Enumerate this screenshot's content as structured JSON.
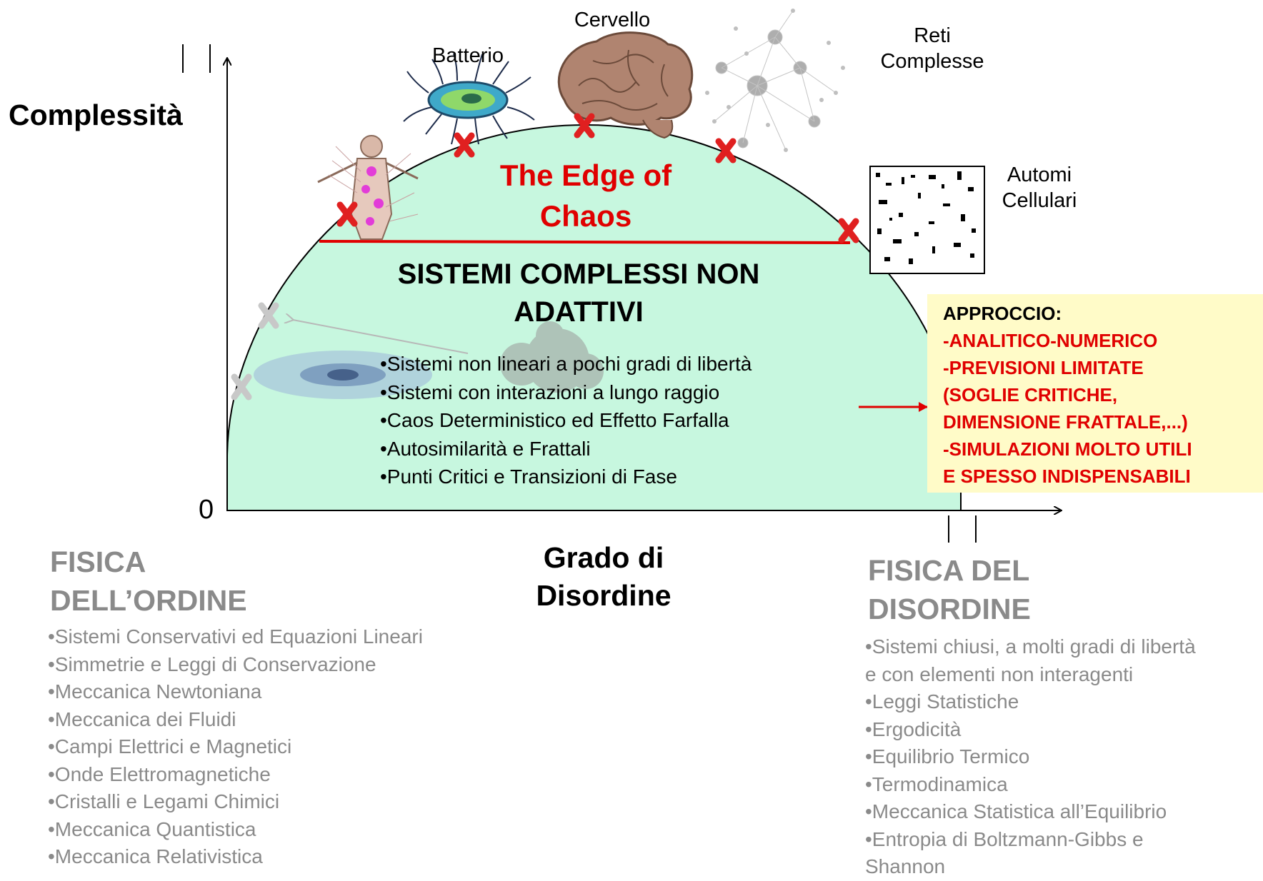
{
  "axes": {
    "y_label": "Complessità",
    "x_label": "Grado di Disordine",
    "origin": "0"
  },
  "images": {
    "batterio": "Batterio",
    "cervello": "Cervello",
    "reti": "Reti Complesse",
    "automi": "Automi Cellulari"
  },
  "edge_of_chaos": "The Edge of Chaos",
  "main_heading": "SISTEMI COMPLESSI NON ADATTIVI",
  "features": [
    "•Sistemi non lineari a pochi gradi di libertà",
    "•Sistemi con interazioni a lungo raggio",
    "•Caos Deterministico ed Effetto Farfalla",
    "•Autosimilarità e Frattali",
    "•Punti Critici e Transizioni di Fase"
  ],
  "approach": {
    "title": "APPROCCIO:",
    "lines": [
      "-ANALITICO-NUMERICO",
      "-PREVISIONI LIMITATE",
      "(SOGLIE CRITICHE,",
      "DIMENSIONE FRATTALE,...)",
      "-SIMULAZIONI MOLTO UTILI",
      "E SPESSO INDISPENSABILI"
    ]
  },
  "order": {
    "title": "FISICA DELL’ORDINE",
    "items": [
      "•Sistemi Conservativi ed Equazioni Lineari",
      "•Simmetrie e Leggi di Conservazione",
      "•Meccanica Newtoniana",
      "•Meccanica dei Fluidi",
      "•Campi Elettrici e Magnetici",
      "•Onde Elettromagnetiche",
      "•Cristalli e Legami Chimici",
      "•Meccanica Quantistica",
      "•Meccanica Relativistica"
    ]
  },
  "disorder": {
    "title": "FISICA DEL DISORDINE",
    "items": [
      "•Sistemi chiusi, a molti gradi di libertà",
      "e con elementi non interagenti",
      "•Leggi Statistiche",
      "•Ergodicità",
      "•Equilibrio Termico",
      "•Termodinamica",
      "•Meccanica Statistica all’Equilibrio",
      "•Entropia di Boltzmann-Gibbs e",
      "Shannon"
    ]
  },
  "colors": {
    "dome_fill": "#c7f7df",
    "edge_red": "#e00000",
    "marker_red": "#e02020",
    "marker_gray": "#c8c8c8",
    "approach_bg": "#fffbc8",
    "section_gray": "#8a8a8a"
  }
}
